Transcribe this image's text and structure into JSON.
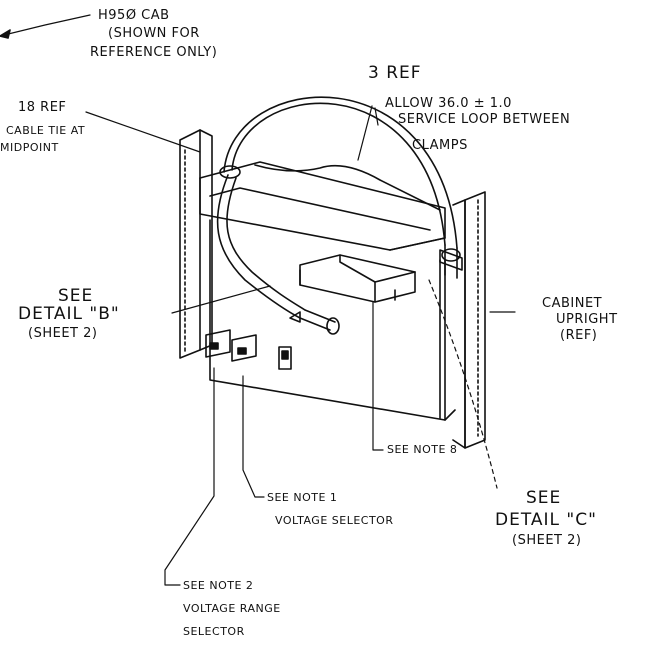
{
  "callouts": {
    "cab": [
      "H95Ø CAB",
      "(SHOWN FOR",
      "REFERENCE ONLY)"
    ],
    "ref3": "3 REF",
    "service_loop": [
      "ALLOW 36.0 ± 1.0",
      "SERVICE LOOP BETWEEN",
      "CLAMPS"
    ],
    "cable_tie": [
      "18 REF",
      "CABLE TIE AT",
      "MIDPOINT"
    ],
    "detail_b": [
      "SEE",
      "DETAIL \"B\"",
      "(SHEET 2)"
    ],
    "cabinet_upright": [
      "CABINET",
      "UPRIGHT",
      "(REF)"
    ],
    "note8": "SEE NOTE 8",
    "note1": [
      "SEE NOTE 1",
      "VOLTAGE SELECTOR"
    ],
    "detail_c": [
      "SEE",
      "DETAIL \"C\"",
      "(SHEET 2)"
    ],
    "note2": [
      "SEE NOTE 2",
      "VOLTAGE RANGE",
      "SELECTOR"
    ]
  }
}
